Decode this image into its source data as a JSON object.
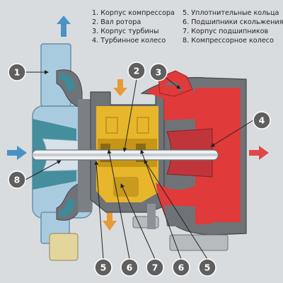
{
  "legend": {
    "col1": [
      "1. Корпус компрессора",
      "2. Вал ротора",
      "3. Корпус турбины",
      "4. Турбинное колесо"
    ],
    "col2": [
      "5. Уплотнительные кольца",
      "6. Подшипники скольжения",
      "7. Корпус подшипников",
      "8. Компрессорное колесо"
    ]
  },
  "callouts": [
    "1",
    "2",
    "3",
    "4",
    "8",
    "5",
    "6",
    "7",
    "6",
    "5"
  ],
  "colors": {
    "background": "#d9dcdf",
    "compressor_blue": "#a9cbe0",
    "compressor_teal": "#3e8a99",
    "bearing_yellow": "#e8b62a",
    "turbine_red": "#e03a3a",
    "housing_gray": "#6f7378",
    "callout_badge": "#5f5f5f",
    "arrow_blue": "#4a92c4",
    "arrow_red": "#e0474d",
    "arrow_orange": "#e89a36"
  }
}
